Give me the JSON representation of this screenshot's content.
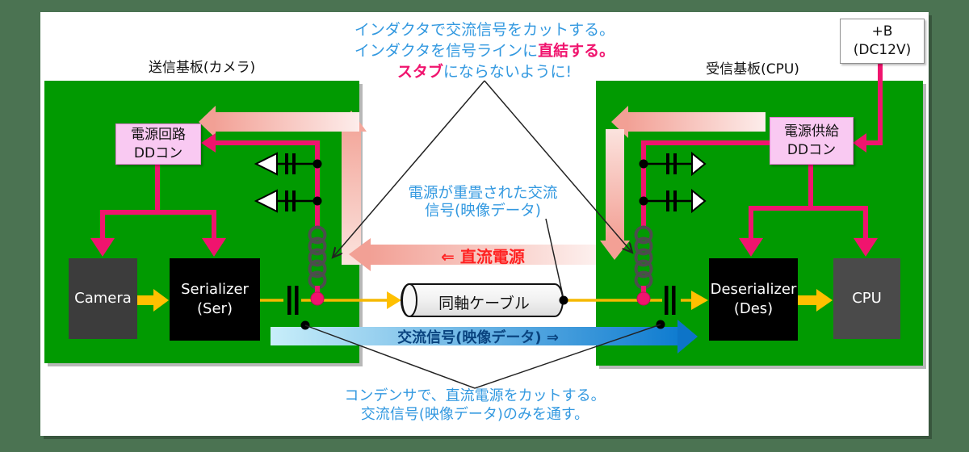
{
  "colors": {
    "background": "#4B7352",
    "canvas": "#FFFFFF",
    "board_green": "#019A01",
    "magenta_power": "#F0146E",
    "dd_box_fill": "#F9C9F2",
    "dd_box_border": "#E87FD8",
    "dc_gradient_light": "#FDEDEB",
    "dc_gradient_dark": "#F2A095",
    "signal_yellow": "#FFC000",
    "annotation_blue": "#3399E0",
    "annotation_accent": "#F0146E",
    "dc_text_red": "#FF2222",
    "ac_band_text_navy": "#0A4480",
    "ac_band_light": "#C8EEFA",
    "ac_band_dark": "#0F7CD0",
    "coil_gray": "#4D4D4D"
  },
  "annotations": {
    "top": {
      "line1": "インダクタで交流信号をカットする。",
      "line2_blue": "インダクタを信号ラインに",
      "line2_accent": "直結する。",
      "line3_accent": "スタブ",
      "line3_blue": "にならないように!"
    },
    "superimposed_signal": {
      "line1": "電源が重畳された交流",
      "line2": "信号(映像データ)"
    },
    "dc_power": "⇐ 直流電源",
    "ac_signal": "交流信号(映像データ) ⇒",
    "bottom": {
      "line1": "コンデンサで、直流電源をカットする。",
      "line2": "交流信号(映像データ)のみを通す。"
    }
  },
  "boards": {
    "left": {
      "label": "送信基板(カメラ)",
      "dd_converter": {
        "line1": "電源回路",
        "line2": "DDコン"
      },
      "camera_label": "Camera",
      "serializer": {
        "line1": "Serializer",
        "line2": "(Ser)"
      }
    },
    "right": {
      "label": "受信基板(CPU)",
      "dd_converter": {
        "line1": "電源供給",
        "line2": "DDコン"
      },
      "deserializer": {
        "line1": "Deserializer",
        "line2": "(Des)"
      },
      "cpu_label": "CPU"
    }
  },
  "power_input": {
    "line1": "+B",
    "line2": "(DC12V)"
  },
  "coax_cable": {
    "label": "同軸ケーブル"
  }
}
